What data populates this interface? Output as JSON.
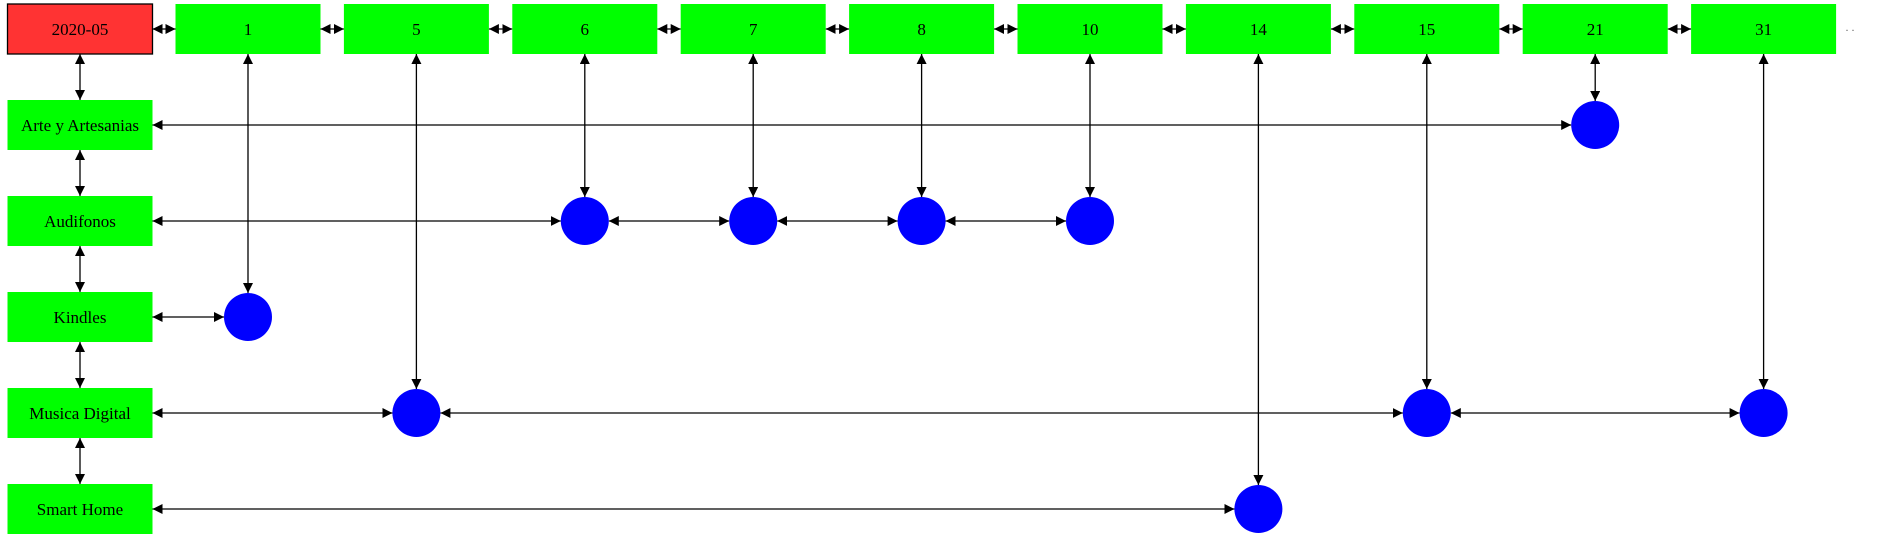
{
  "colors": {
    "header": "#ff3333",
    "box": "#00ff00",
    "node": "#0000ff",
    "edge": "#000000"
  },
  "diagram": {
    "header": {
      "label": "2020-05"
    },
    "days": [
      "1",
      "5",
      "6",
      "7",
      "8",
      "10",
      "14",
      "15",
      "21",
      "31"
    ],
    "categories": [
      "Arte y Artesanias",
      "Audifonos",
      "Kindles",
      "Musica Digital",
      "Smart Home"
    ],
    "nodes": [
      {
        "day": "21",
        "category": "Arte y Artesanias"
      },
      {
        "day": "6",
        "category": "Audifonos"
      },
      {
        "day": "7",
        "category": "Audifonos"
      },
      {
        "day": "8",
        "category": "Audifonos"
      },
      {
        "day": "10",
        "category": "Audifonos"
      },
      {
        "day": "1",
        "category": "Kindles"
      },
      {
        "day": "5",
        "category": "Musica Digital"
      },
      {
        "day": "15",
        "category": "Musica Digital"
      },
      {
        "day": "31",
        "category": "Musica Digital"
      },
      {
        "day": "14",
        "category": "Smart Home"
      }
    ],
    "ellipsis": ". ."
  }
}
